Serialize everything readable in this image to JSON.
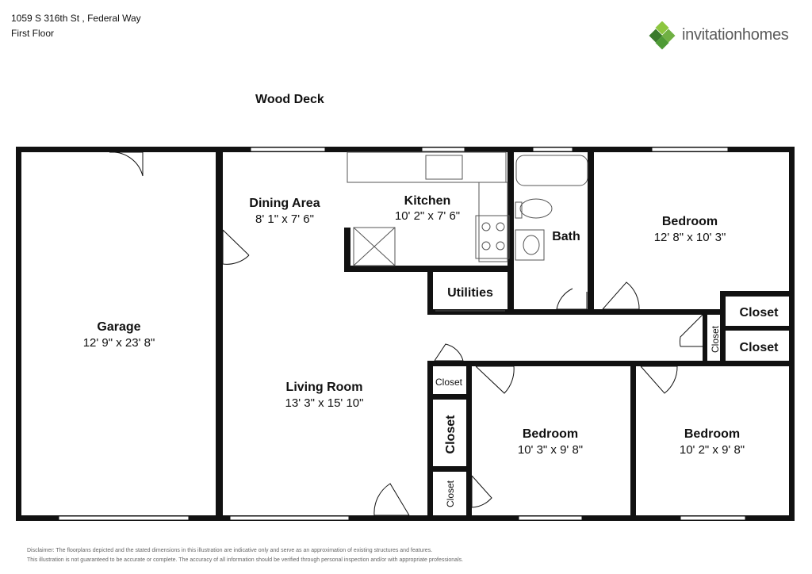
{
  "header": {
    "address": "1059 S 316th St , Federal Way",
    "floor": "First Floor"
  },
  "brand": {
    "name": "invitationhomes",
    "accent": "#6fb043",
    "dark": "#3a7a2c"
  },
  "outside": {
    "deck": "Wood Deck"
  },
  "rooms": {
    "garage": {
      "name": "Garage",
      "dim": "12' 9\" x 23' 8\""
    },
    "dining": {
      "name": "Dining Area",
      "dim": "8' 1\" x 7' 6\""
    },
    "kitchen": {
      "name": "Kitchen",
      "dim": "10' 2\" x 7' 6\""
    },
    "bath": {
      "name": "Bath"
    },
    "bedroom1": {
      "name": "Bedroom",
      "dim": "12' 8\" x 10' 3\""
    },
    "utilities": {
      "name": "Utilities"
    },
    "closet1": {
      "name": "Closet"
    },
    "closet2": {
      "name": "Closet"
    },
    "closet3": {
      "name": "Closet"
    },
    "living": {
      "name": "Living Room",
      "dim": "13' 3\" x 15' 10\""
    },
    "closet4": {
      "name": "Closet"
    },
    "closet5": {
      "name": "Closet"
    },
    "closet6": {
      "name": "Closet"
    },
    "bedroom2": {
      "name": "Bedroom",
      "dim": "10' 3\" x 9' 8\""
    },
    "bedroom3": {
      "name": "Bedroom",
      "dim": "10' 2\" x 9' 8\""
    }
  },
  "disclaimer": {
    "line1": "Disclaimer: The floorplans depicted and the stated dimensions in this illustration are indicative only and serve as an approximation of existing structures and features.",
    "line2": "This illustration is not guaranteed to be accurate or complete. The accuracy of all information should be verified through personal inspection and/or with appropriate professionals."
  }
}
